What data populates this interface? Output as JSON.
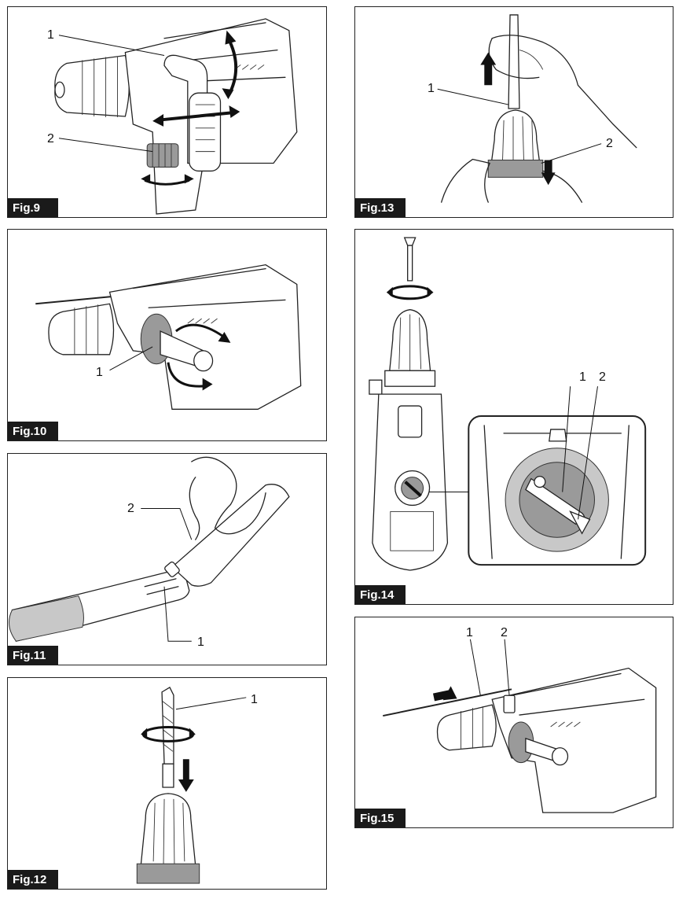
{
  "figures": [
    {
      "id": "fig9",
      "label": "Fig.9",
      "callouts": [
        "1",
        "2"
      ]
    },
    {
      "id": "fig10",
      "label": "Fig.10",
      "callouts": [
        "1"
      ]
    },
    {
      "id": "fig11",
      "label": "Fig.11",
      "callouts": [
        "2",
        "1"
      ]
    },
    {
      "id": "fig12",
      "label": "Fig.12",
      "callouts": [
        "1"
      ]
    },
    {
      "id": "fig13",
      "label": "Fig.13",
      "callouts": [
        "1",
        "2"
      ]
    },
    {
      "id": "fig14",
      "label": "Fig.14",
      "callouts": [
        "1",
        "2"
      ]
    },
    {
      "id": "fig15",
      "label": "Fig.15",
      "callouts": [
        "1",
        "2"
      ]
    }
  ]
}
